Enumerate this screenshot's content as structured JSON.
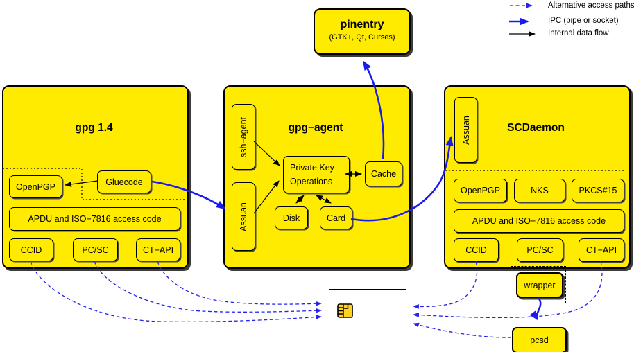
{
  "legend": {
    "alt_paths": "Alternative access paths",
    "ipc": "IPC (pipe or socket)",
    "internal": "Internal data flow"
  },
  "pinentry": {
    "title": "pinentry",
    "subtitle": "(GTK+, Qt, Curses)"
  },
  "gpg14": {
    "title": "gpg 1.4",
    "openpgp": "OpenPGP",
    "gluecode": "Gluecode",
    "apdu": "APDU and ISO−7816 access code",
    "ccid": "CCID",
    "pcsc": "PC/SC",
    "ctapi": "CT−API"
  },
  "agent": {
    "title": "gpg−agent",
    "ssh_agent": "ssh−agent",
    "assuan": "Assuan",
    "pko_line1": "Private Key",
    "pko_line2": "Operations",
    "cache": "Cache",
    "disk": "Disk",
    "card": "Card"
  },
  "scd": {
    "title": "SCDaemon",
    "assuan": "Assuan",
    "openpgp": "OpenPGP",
    "nks": "NKS",
    "pkcs15": "PKCS#15",
    "apdu": "APDU and ISO−7816 access code",
    "ccid": "CCID",
    "pcsc": "PC/SC",
    "ctapi": "CT−API"
  },
  "bottom": {
    "wrapper": "wrapper",
    "pcsd": "pcsd"
  },
  "colors": {
    "node_fill": "#ffeb00",
    "ipc_blue": "#1a1aee",
    "alt_blue": "#2323f0"
  }
}
